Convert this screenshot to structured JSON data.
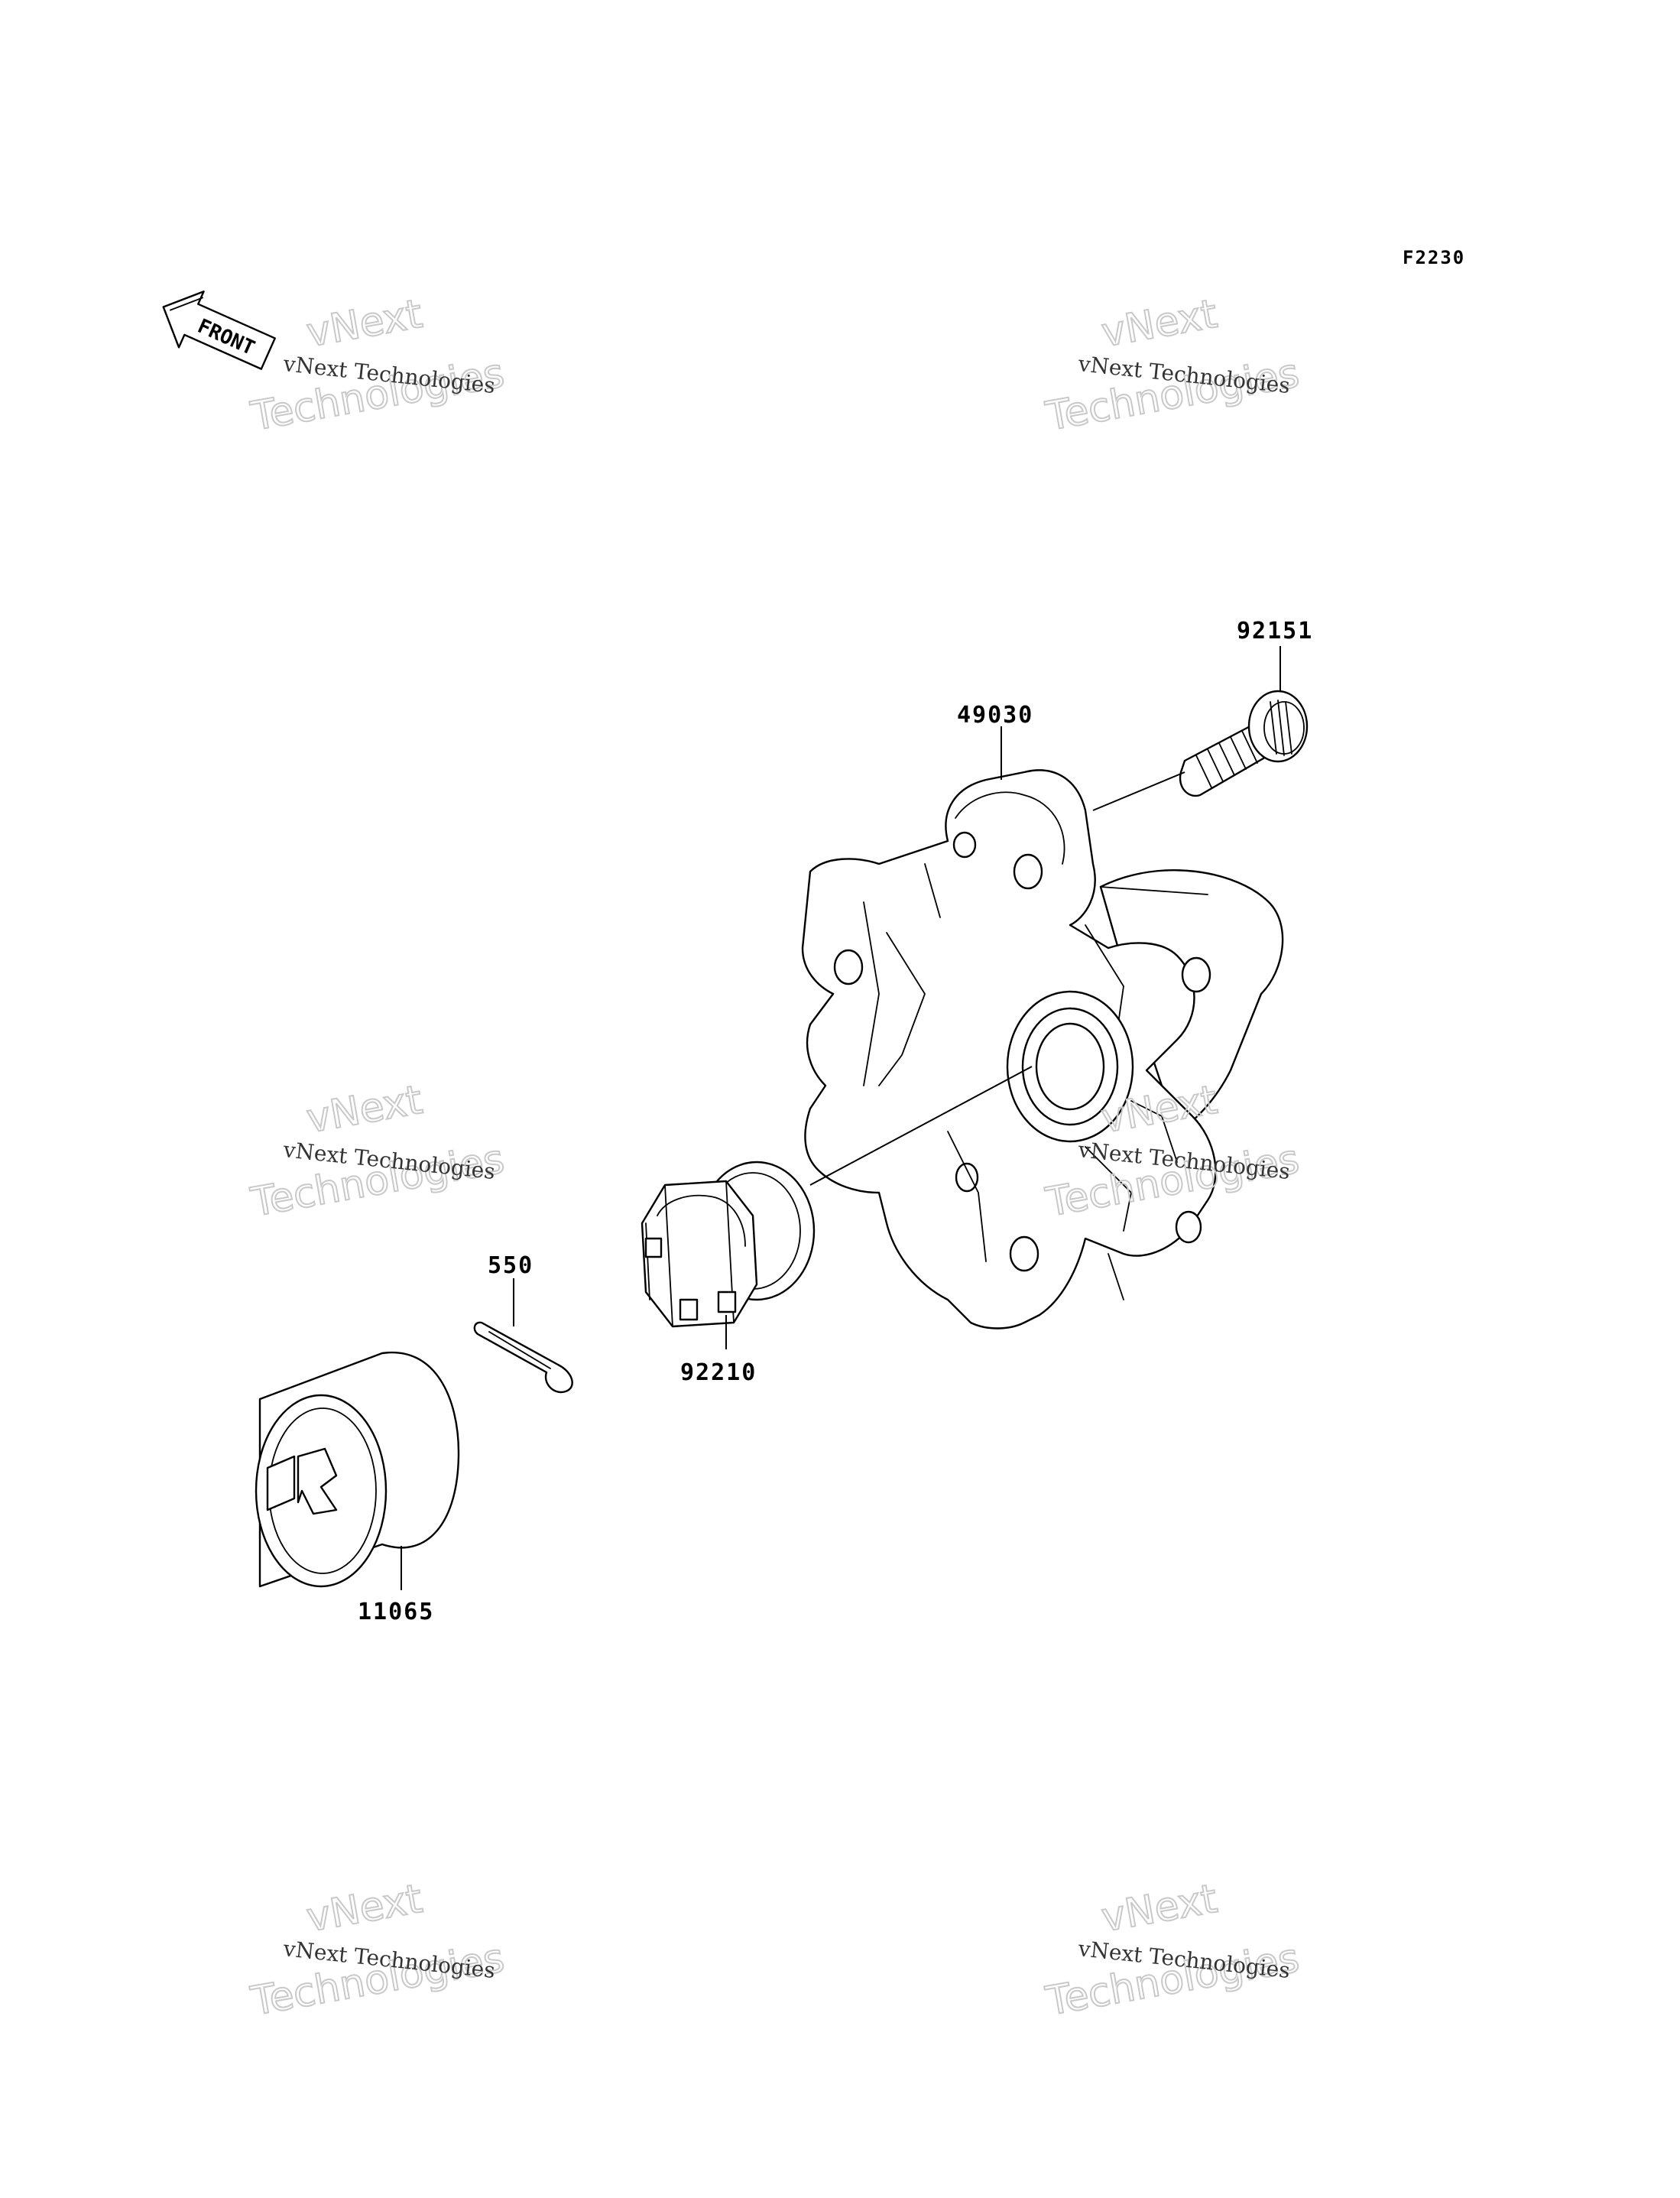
{
  "figure_ref": "F2230",
  "front_label": "FRONT",
  "parts": [
    {
      "id": "p92151",
      "number": "92151"
    },
    {
      "id": "p49030",
      "number": "49030"
    },
    {
      "id": "p550",
      "number": "550"
    },
    {
      "id": "p92210",
      "number": "92210"
    },
    {
      "id": "p11065",
      "number": "11065"
    }
  ],
  "watermark": {
    "line_small": "vNext Technologies",
    "line_big_top": "vNext",
    "line_big_bottom": "Technologies"
  }
}
